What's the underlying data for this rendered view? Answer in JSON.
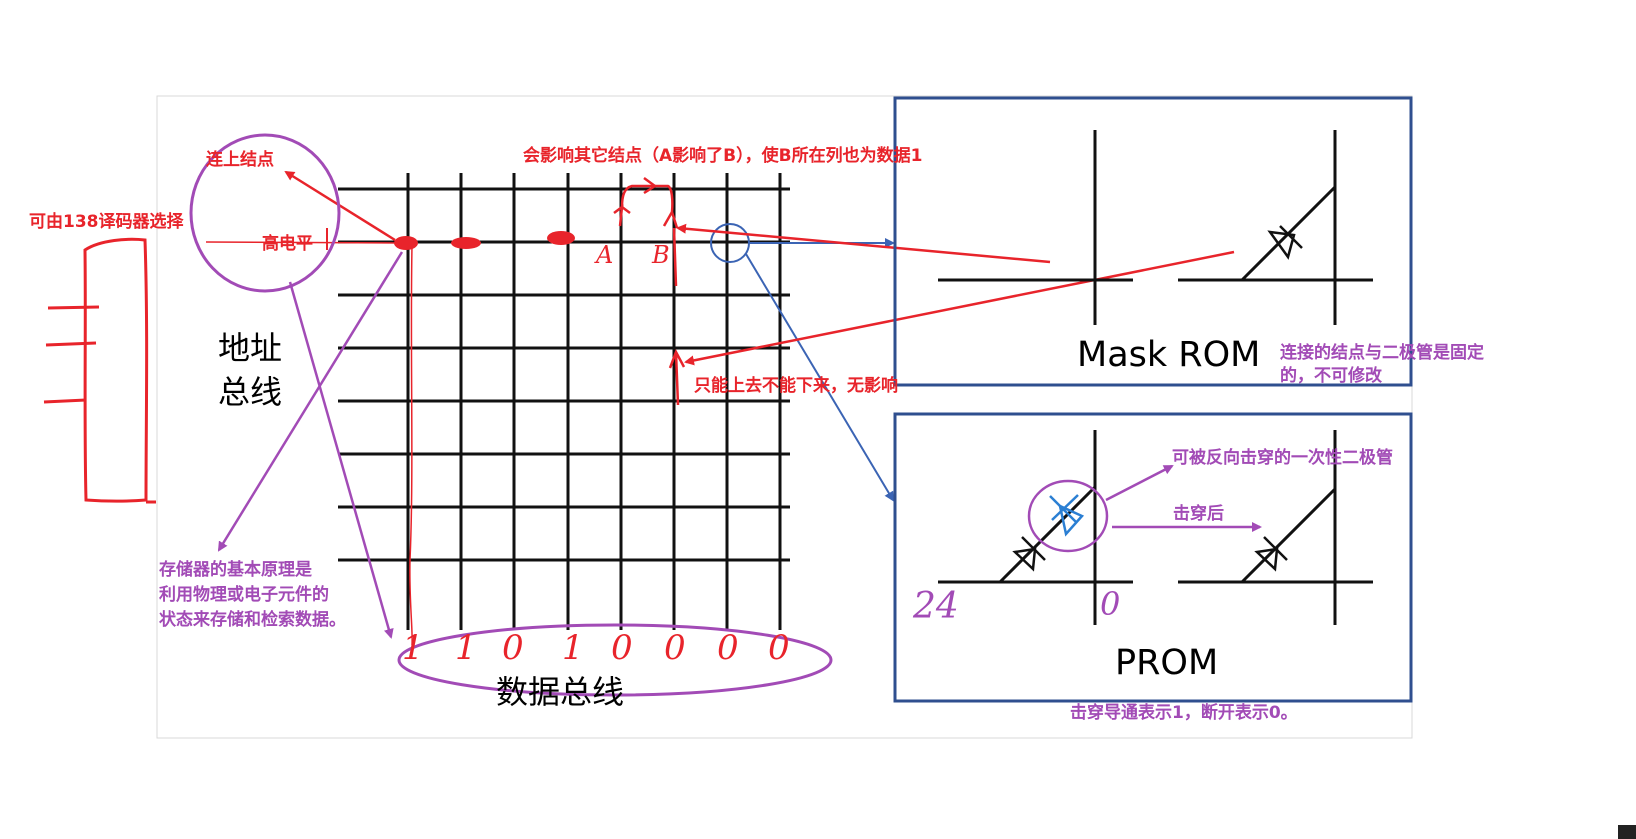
{
  "labels": {
    "connect_node": "连上结点",
    "decoder_select": "可由138译码器选择",
    "high_level": "高电平",
    "address_bus_line1": "地址",
    "address_bus_line2": "总线",
    "affects_other": "会影响其它结点（A影响了B），使B所在列也为数据1",
    "node_a": "A",
    "node_b": "B",
    "only_up": "只能上去不能下来，无影响",
    "memory_principle_1": "存储器的基本原理是",
    "memory_principle_2": "利用物理或电子元件的",
    "memory_principle_3": "状态来存储和检索数据。",
    "data_bus": "数据总线",
    "mask_rom": "Mask ROM",
    "mask_rom_note_1": "连接的结点与二极管是固定",
    "mask_rom_note_2": "的，不可修改",
    "prom": "PROM",
    "reverse_diode": "可被反向击穿的一次性二极管",
    "after_breakdown": "击穿后",
    "breakdown_note": "击穿导通表示1，断开表示0。",
    "prom_hand_left": "24",
    "prom_hand_right": "0"
  },
  "data_bits": [
    "1",
    "1",
    "0",
    "1",
    "0",
    "0",
    "0",
    "0"
  ],
  "colors": {
    "red": "#e8242b",
    "purple": "#a24bb6",
    "blue": "#3b64b4",
    "box_border": "#2f4f8f",
    "grid": "#111111",
    "panel_border": "#d9d9d9"
  }
}
